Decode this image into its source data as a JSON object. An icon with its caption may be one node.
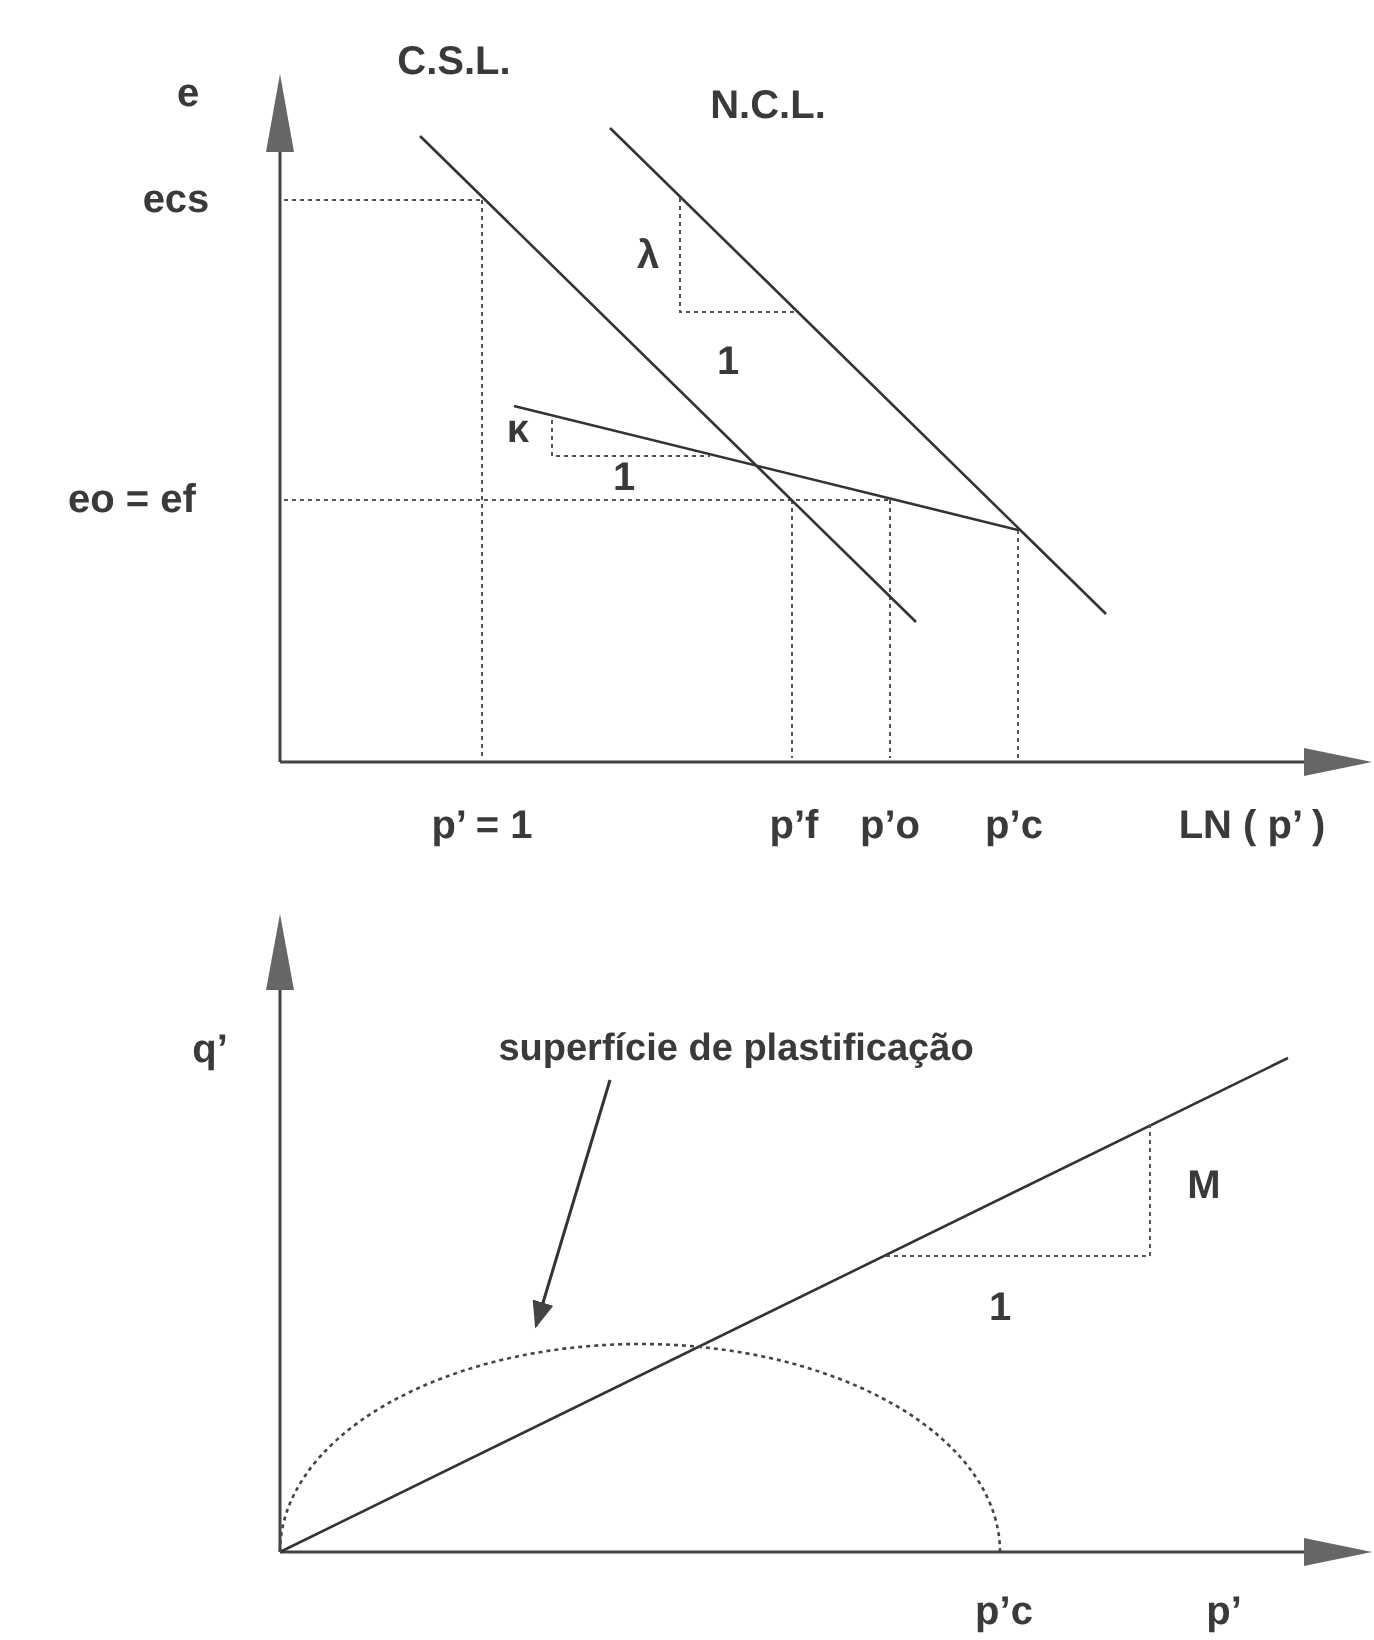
{
  "diagram": {
    "nodes": [
      {
        "text": [
          "superfície de plastificação"
        ]
      },
      {
        "text": [],
        "shape": "curve"
      }
    ],
    "edges": [
      {
        "from": 0,
        "to": 1,
        "arrow": "to"
      }
    ],
    "labels": [
      "e",
      "C.S.L.",
      "N.C.L.",
      "ecs",
      "λ",
      "1",
      "κ",
      "1",
      "eo = ef",
      "p’ = 1",
      "p’f",
      "p’o",
      "p’c",
      "LN ( p’ )",
      "q’",
      "M",
      "1",
      "p’c",
      "p’"
    ]
  }
}
